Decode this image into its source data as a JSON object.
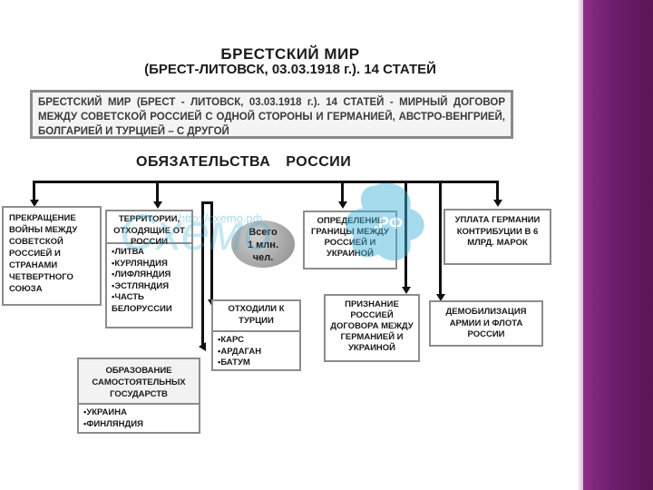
{
  "title": {
    "line1": "БРЕСТСКИЙ МИР",
    "line2": "(БРЕСТ-ЛИТОВСК, 03.03.1918 г.). 14 СТАТЕЙ"
  },
  "intro": "БРЕСТСКИЙ МИР (БРЕСТ - ЛИТОВСК, 03.03.1918 г.). 14 СТАТЕЙ - МИРНЫЙ ДОГОВОР МЕЖДУ СОВЕТСКОЙ РОССИЕЙ С ОДНОЙ СТОРОНЫ И ГЕРМАНИЕЙ, АВСТРО-ВЕНГРИЕЙ, БОЛГАРИЕЙ И ТУРЦИЕЙ – С ДРУГОЙ",
  "heading": "ОБЯЗАТЕЛЬСТВА РОССИИ",
  "boxes": {
    "war_end": "ПРЕКРАЩЕНИЕ ВОЙНЫ МЕЖДУ СОВЕТСКОЙ РОССИЕЙ И СТРАНАМИ ЧЕТВЕРТНОГО СОЮЗА",
    "territories": {
      "header": "ТЕРРИТОРИИ, ОТХОДЯЩИЕ ОТ РОССИИ",
      "items": [
        "ЛИТВА",
        "КУРЛЯНДИЯ",
        "ЛИФЛЯНДИЯ",
        "ЭСТЛЯНДИЯ",
        "ЧАСТЬ БЕЛОРУССИИ"
      ]
    },
    "turkey": {
      "header": "ОТХОДИЛИ К ТУРЦИИ",
      "items": [
        "КАРС",
        "АРДАГАН",
        "БАТУМ"
      ]
    },
    "independent": {
      "header": "ОБРАЗОВАНИЕ САМОСТОЯТЕЛЬНЫХ ГОСУДАРСТВ",
      "items": [
        "УКРАИНА",
        "ФИНЛЯНДИЯ"
      ]
    },
    "border": "ОПРЕДЕЛЕНИЕ ГРАНИЦЫ МЕЖДУ РОССИЕЙ И УКРАИНОЙ",
    "recognition": "ПРИЗНАНИЕ РОССИЕЙ ДОГОВОРА МЕЖДУ ГЕРМАНИЕЙ И УКРАИНОЙ",
    "contribution": "УПЛАТА ГЕРМАНИИ КОНТРИБУЦИИ В 6 МЛРД. МАРОК",
    "demobilization": "ДЕМОБИЛИЗАЦИЯ АРМИИ И ФЛОТА РОССИИ"
  },
  "oval": {
    "line1": "Всего",
    "line2": "1 млн.",
    "line3": "чел."
  },
  "watermark": {
    "url": "http://сxemo.рф",
    "brand": "Схемо",
    "tld": ".РФ",
    "colors": {
      "brand": "#3fb0d9"
    }
  }
}
